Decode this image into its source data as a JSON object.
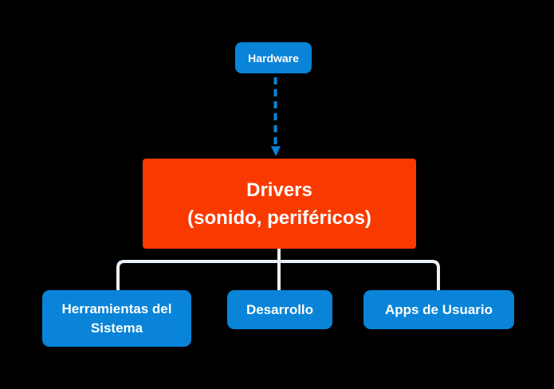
{
  "colors": {
    "background": "#000000",
    "node_blue": "#0984D8",
    "node_red": "#F93A00",
    "connector": "#E8F1FA",
    "arrow_blue": "#0984D8",
    "text": "#FFFFFF"
  },
  "nodes": {
    "root": {
      "label": "Hardware"
    },
    "main": {
      "line1": "Drivers",
      "line2": "(sonido, periféricos)"
    },
    "children": [
      {
        "label": "Herramientas del Sistema"
      },
      {
        "label": "Desarrollo"
      },
      {
        "label": "Apps de Usuario"
      }
    ]
  }
}
